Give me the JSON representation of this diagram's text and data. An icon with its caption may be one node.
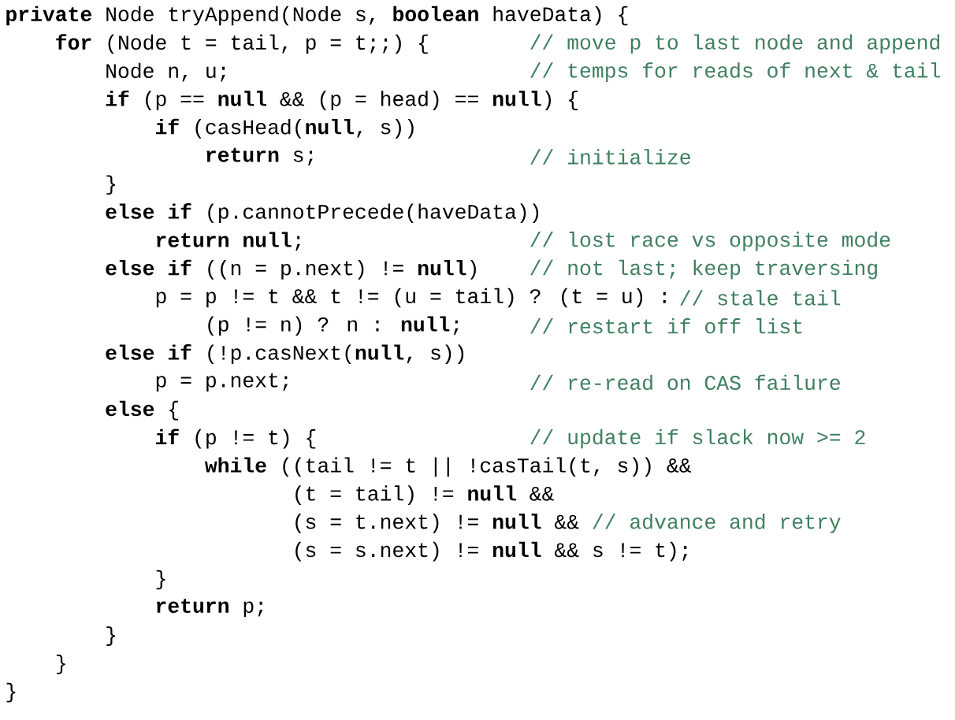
{
  "diagram": {
    "labels": [
      "**private** Node tryAppend(Node s, **boolean** haveData) {",
      "**for** (Node t = tail, p = t;;) {",
      "// move p to last node and append",
      "Node n, u;",
      "// temps for reads of next & tail",
      "**if** (p == **null** && (p = head) == **null**) {",
      "**if** (casHead(**null**, s))",
      "**return** s;",
      "// initialize",
      "}",
      "**else** **if** (p.cannotPrecede(haveData))",
      "**return** **null**;",
      "// lost race vs opposite mode",
      "**else** **if** ((n = p.next) != **null**)",
      "// not last; keep traversing",
      "p = p != t && t != (u = tail) ? (t = u) :",
      "// stale tail",
      "(p != n) ? n : **null**;",
      "// restart if off list",
      "**else** **if** (!p.casNext(**null**, s))",
      "p = p.next;",
      "// re-read on CAS failure",
      "**else** {",
      "**if** (p != t) {",
      "// update if slack now >= 2",
      "**while** ((tail != t || !casTail(t, s)) &&",
      "(t = tail)   != **null** &&",
      "(s = t.next) != **null** &&",
      "// advance and retry",
      "(s = s.next) != **null** && s != t);",
      "}",
      "**return** p;",
      "}",
      "}",
      "}"
    ]
  }
}
